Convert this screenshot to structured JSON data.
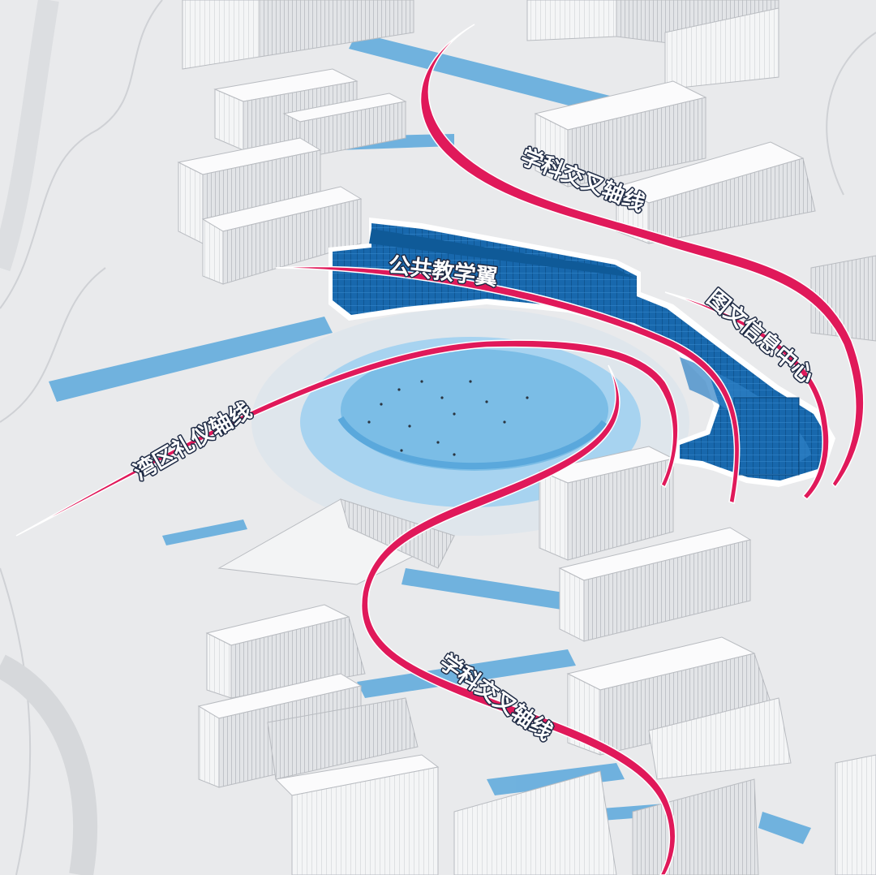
{
  "labels": {
    "axis_top": "学科交叉轴线",
    "axis_bottom": "学科交叉轴线",
    "bay_axis": "湾区礼仪轴线",
    "public_wing": "公共教学翼",
    "library_center": "图文信息中心"
  },
  "colors": {
    "axis_red": "#e0195a",
    "highlight_blue": "#1a6fb3",
    "plaza_blue": "#7bbde6",
    "walkway_blue": "#4a9fd8",
    "ground": "#e9eaec",
    "building": "#f7f7f8"
  }
}
